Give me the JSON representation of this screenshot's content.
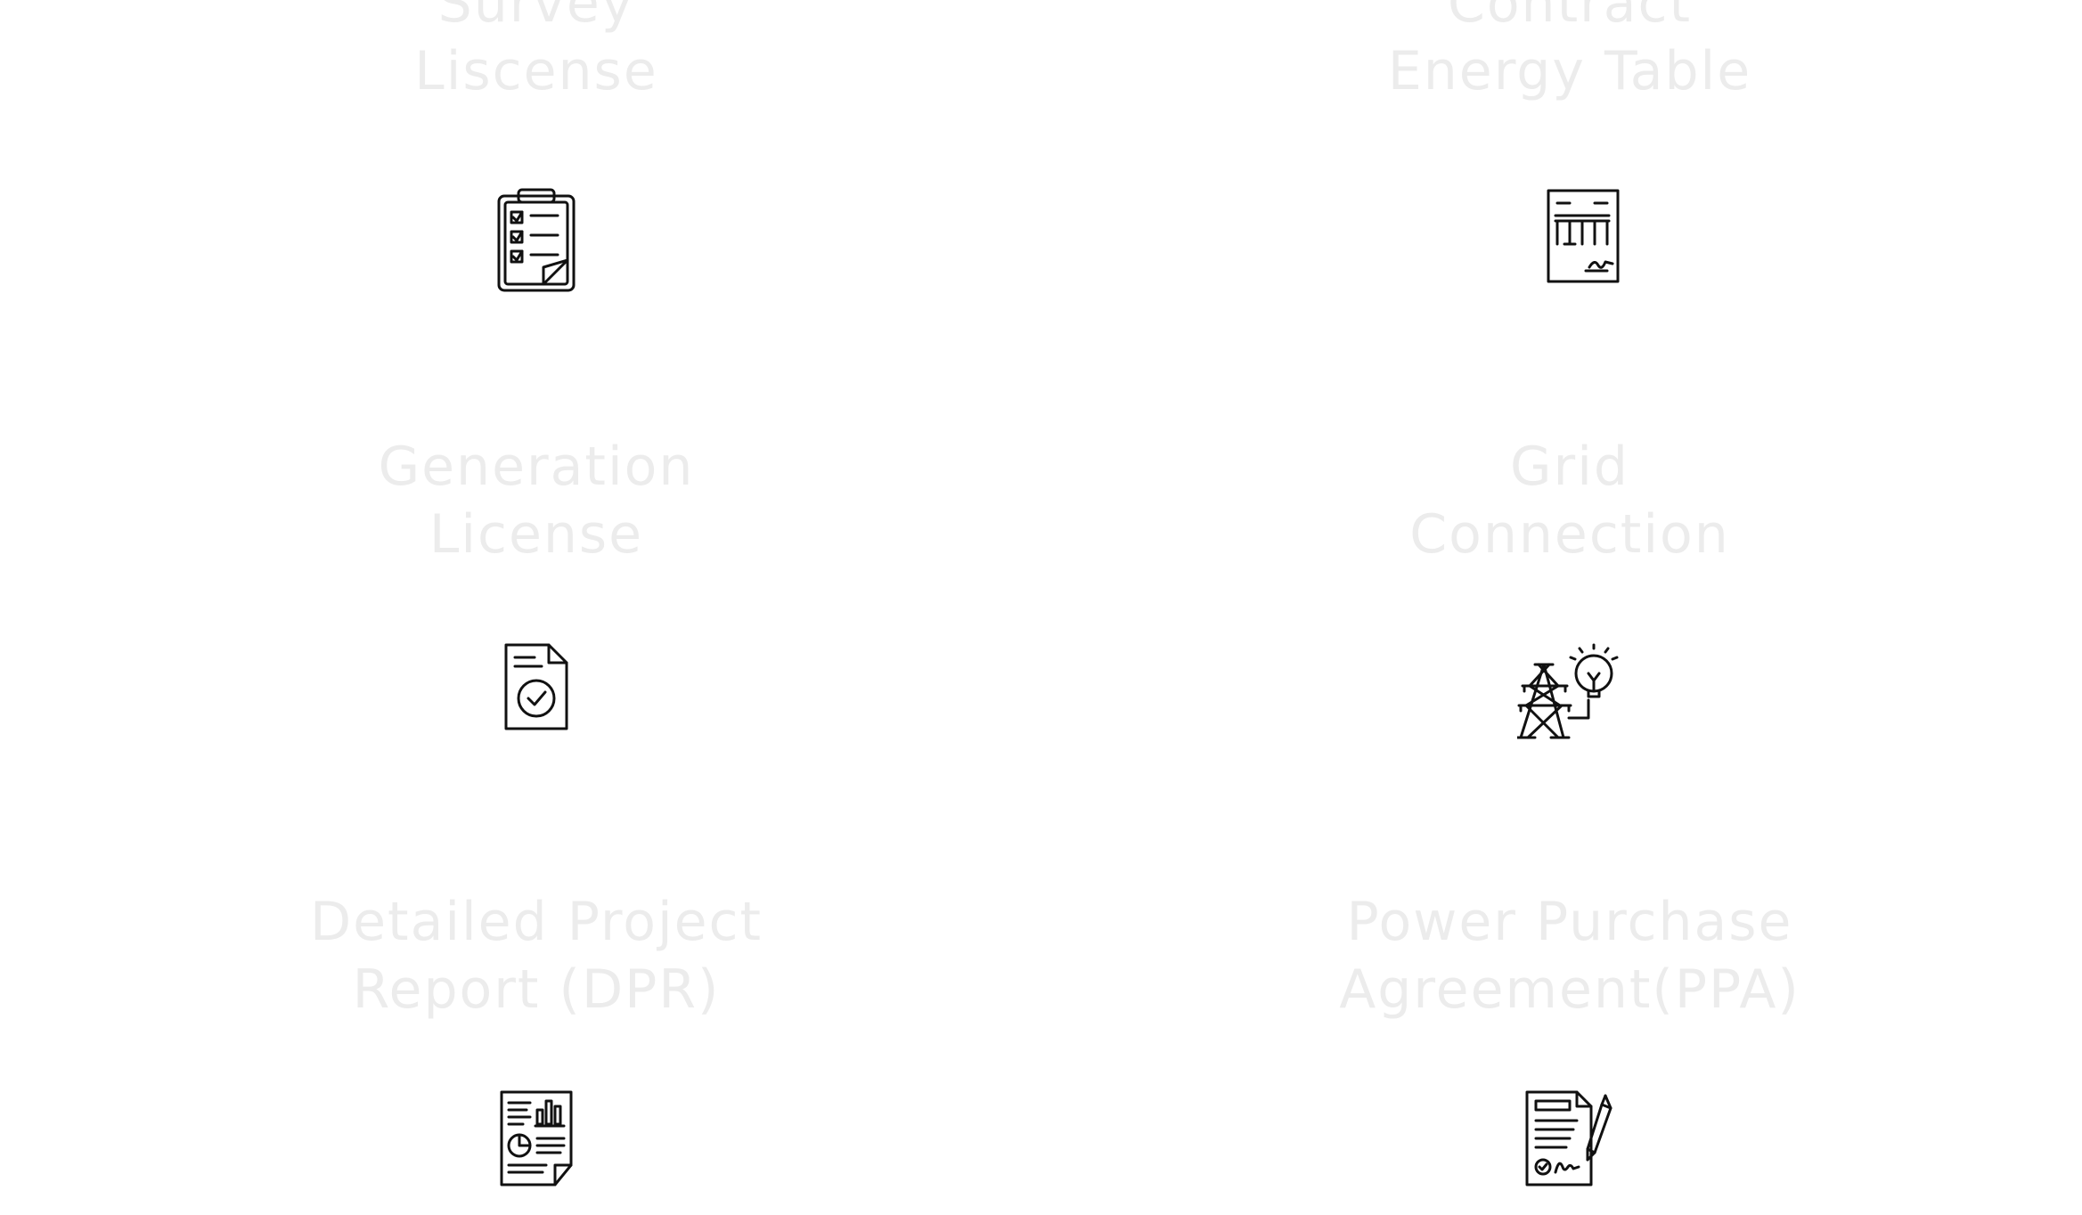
{
  "services": [
    {
      "line1": "Survey",
      "line2": "Liscense",
      "icon": "clipboard-checklist-icon"
    },
    {
      "line1": "Contract",
      "line2": "Energy Table",
      "icon": "signed-table-document-icon"
    },
    {
      "line1": "Generation",
      "line2": "License",
      "icon": "approved-document-icon"
    },
    {
      "line1": "Grid",
      "line2": "Connection",
      "icon": "transmission-tower-bulb-icon"
    },
    {
      "line1": "Detailed Project",
      "line2": "Report (DPR)",
      "icon": "analytics-report-icon"
    },
    {
      "line1": "Power Purchase",
      "line2": "Agreement(PPA)",
      "icon": "signed-contract-pen-icon"
    }
  ],
  "colors": {
    "title": "#ececec",
    "icon_stroke": "#111111",
    "background": "#ffffff"
  }
}
